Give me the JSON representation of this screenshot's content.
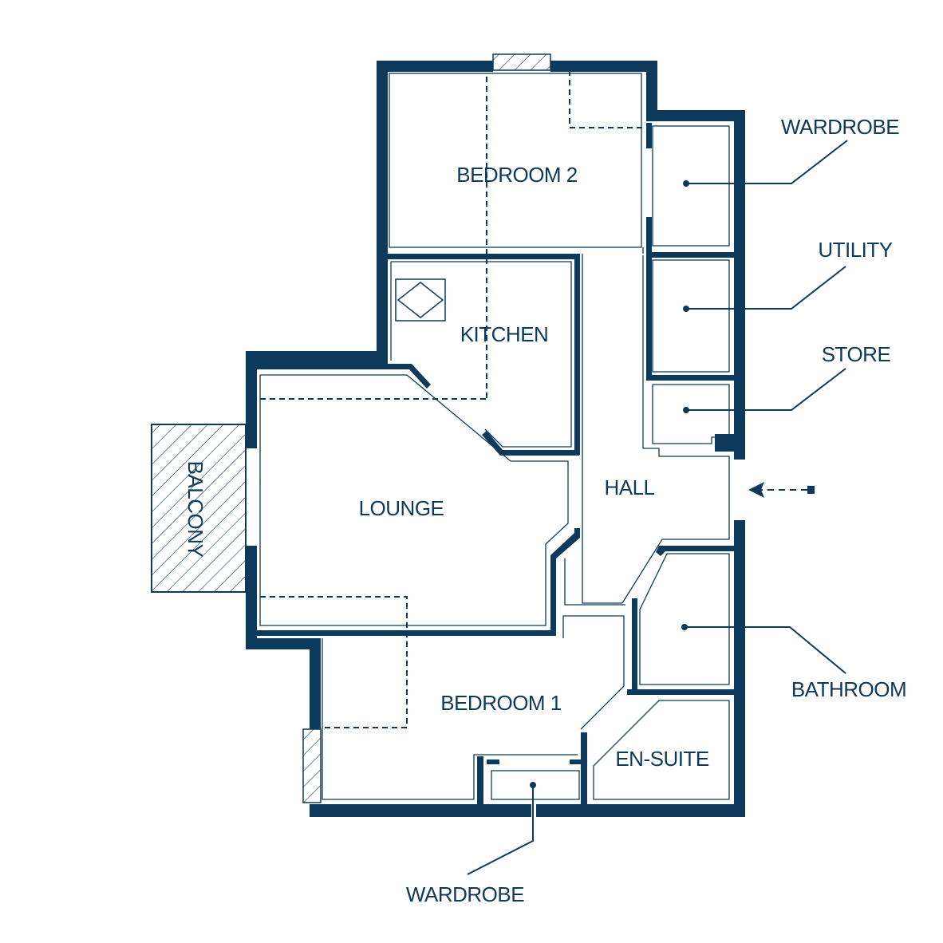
{
  "rooms": {
    "bedroom2": "BEDROOM 2",
    "kitchen": "KITCHEN",
    "lounge": "LOUNGE",
    "balcony": "BALCONY",
    "hall": "HALL",
    "bedroom1": "BEDROOM 1",
    "ensuite": "EN-SUITE"
  },
  "callouts": {
    "wardrobe_top": "WARDROBE",
    "utility": "UTILITY",
    "store": "STORE",
    "bathroom": "BATHROOM",
    "wardrobe_bottom": "WARDROBE"
  },
  "colors": {
    "wall": "#0d3a5c",
    "background": "#ffffff"
  }
}
